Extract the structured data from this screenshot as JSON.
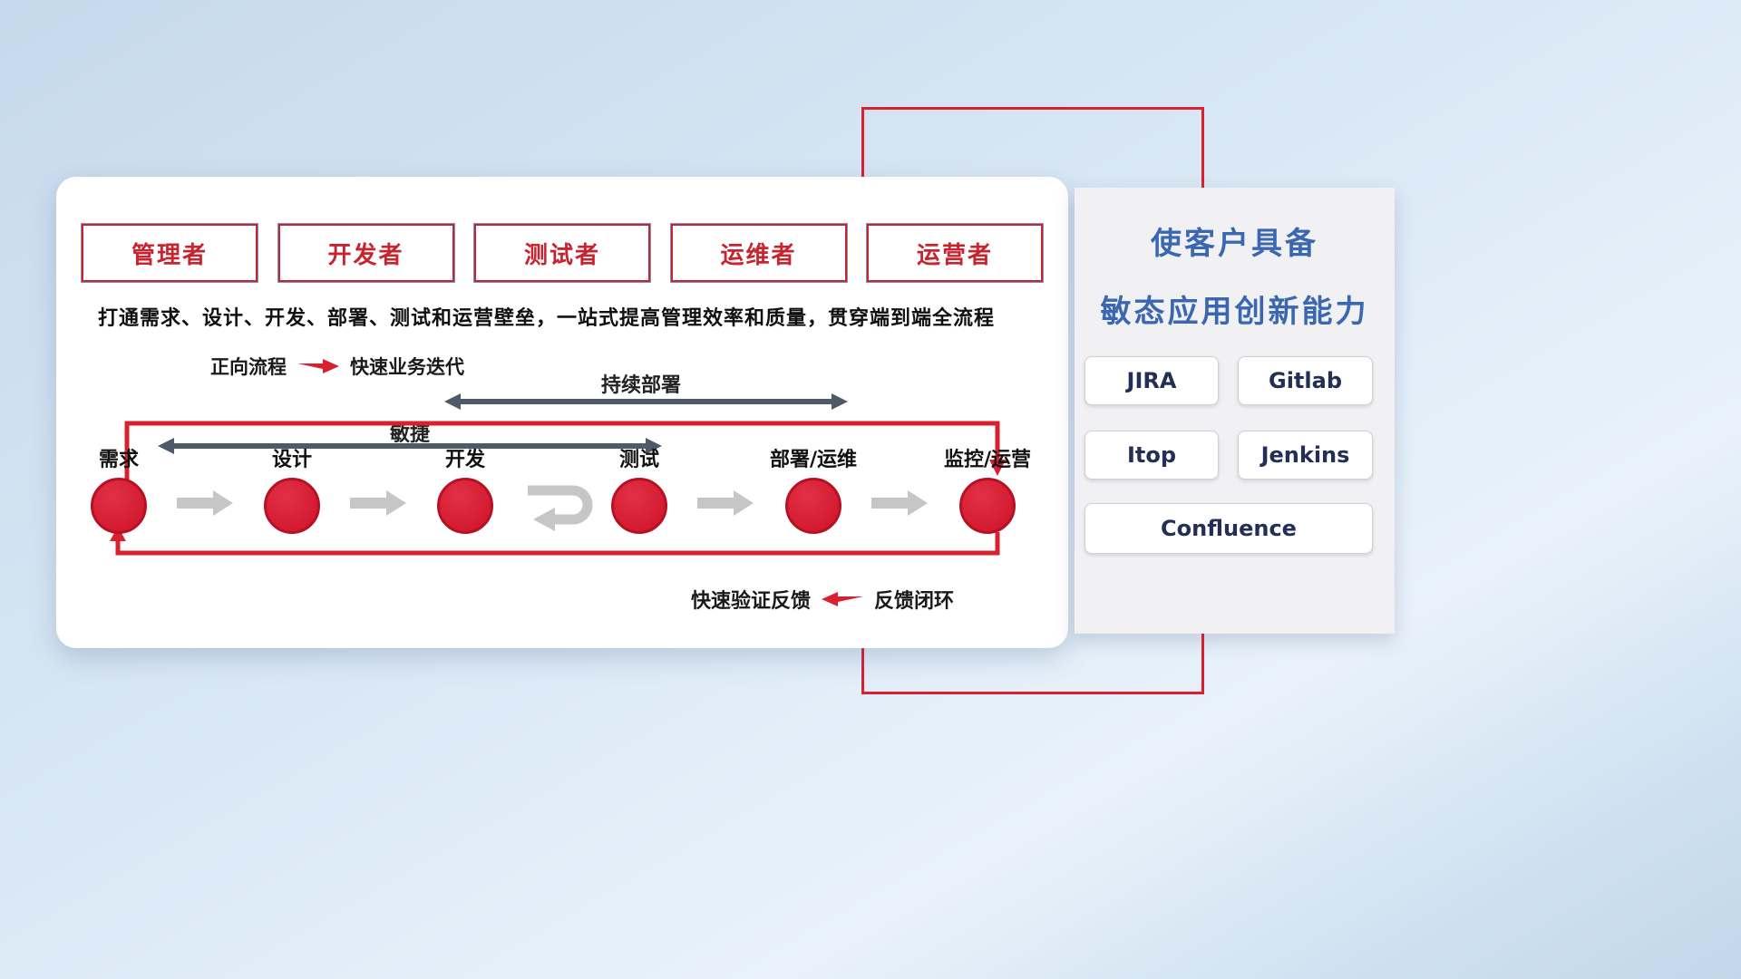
{
  "roles": [
    "管理者",
    "开发者",
    "测试者",
    "运维者",
    "运营者"
  ],
  "description": "打通需求、设计、开发、部署、测试和运营壁垒，一站式提高管理效率和质量，贯穿端到端全流程",
  "legend_forward": {
    "name": "正向流程",
    "desc": "快速业务迭代"
  },
  "arrow_labels": {
    "continuous_deployment": "持续部署",
    "agile": "敏捷"
  },
  "flow": {
    "nodes": [
      "需求",
      "设计",
      "开发",
      "测试",
      "部署/运维",
      "监控/运营"
    ]
  },
  "legend_feedback": {
    "desc": "快速验证反馈",
    "name": "反馈闭环"
  },
  "right_panel": {
    "title_line1": "使客户具备",
    "title_line2": "敏态应用创新能力",
    "tools": [
      "JIRA",
      "Gitlab",
      "Itop",
      "Jenkins",
      "Confluence"
    ]
  },
  "colors": {
    "accent_red": "#d8202e",
    "node_red": "#d8192d",
    "dark_arrow": "#4e5a68",
    "gray_arrow": "#c6c6c6",
    "title_blue": "#3b67b1",
    "tool_text": "#232f55"
  }
}
